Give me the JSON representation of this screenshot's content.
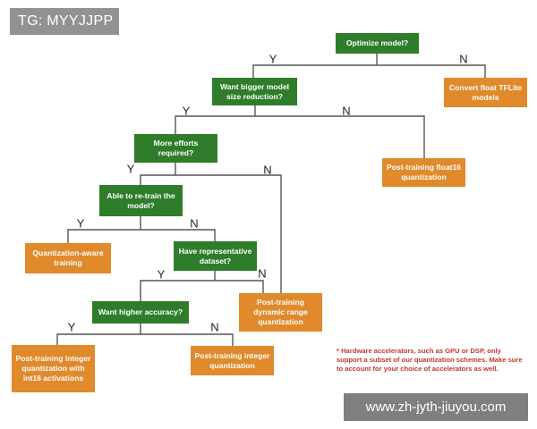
{
  "badge": "TG: MYYJJPP",
  "watermark": "www.zh-jyth-jiuyou.com",
  "footnote": "* Hardware accelerators, such as GPU or DSP, only support a subset of our quantization schemes. Make sure to account for your choice of accelerators as well.",
  "colors": {
    "decision": "#2f7d2b",
    "outcome": "#e08a2c",
    "footnote": "#c0392b"
  },
  "nodes": {
    "optimize": "Optimize model?",
    "convert_float": "Convert float TFLite models",
    "bigger_reduction": "Want bigger model size reduction?",
    "ptq_float16": "Post-training float16 quantization",
    "more_efforts": "More efforts required?",
    "retrain": "Able to re-train the model?",
    "qat": "Quantization-aware training",
    "representative": "Have representative dataset?",
    "dynamic_range": "Post-training dynamic range quantization",
    "higher_accuracy": "Want higher accuracy?",
    "int16_activations": "Post-training integer quantization with int16 activations",
    "integer_quant": "Post-training integer quantization"
  },
  "branch_labels": {
    "yes": "Y",
    "no": "N"
  }
}
